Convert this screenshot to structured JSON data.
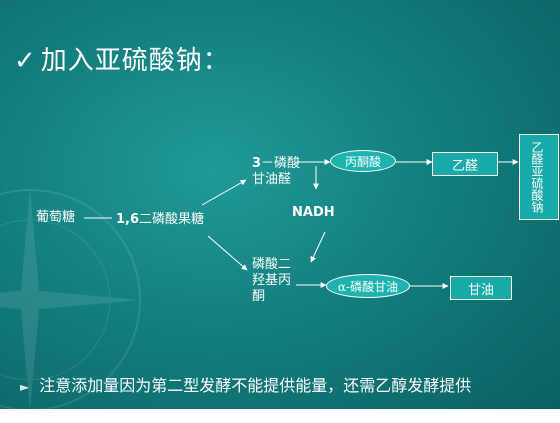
{
  "title": {
    "check": "✓",
    "text": "加入亚硫酸钠："
  },
  "diagram": {
    "glucose": "葡萄糖",
    "fbp_num": "1,6",
    "fbp_text": "二磷酸果糖",
    "g3p_num": "3",
    "g3p_line1": "－磷酸",
    "g3p_line2": "甘油醛",
    "pyruvate": "丙酮酸",
    "acetaldehyde": "乙醛",
    "complex": "乙醛亚硫酸钠",
    "nadh": "NADH",
    "dhap_line1": "磷酸二",
    "dhap_line2": "羟基丙",
    "dhap_line3": "酮",
    "glycerol3p": "α-磷酸甘油",
    "glycerol": "甘油"
  },
  "note": {
    "bullet": "►",
    "text": "注意添加量因为第二型发酵不能提供能量，还需乙醇发酵提供"
  }
}
